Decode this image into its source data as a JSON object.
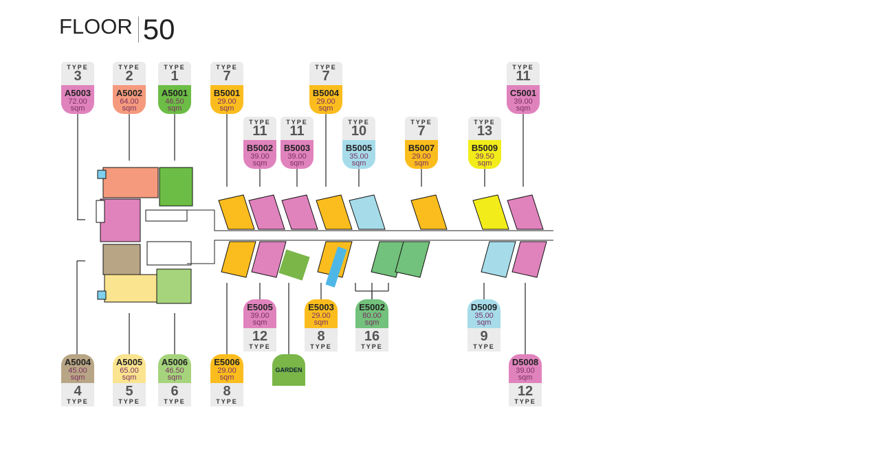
{
  "title": {
    "word": "FLOOR",
    "number": "50"
  },
  "type_word": "TYPE",
  "unit_label": "sqm",
  "units": [
    {
      "code": "A5003",
      "area": "72.00",
      "type": "3",
      "color": "#e083bd"
    },
    {
      "code": "A5002",
      "area": "64.00",
      "type": "2",
      "color": "#f59a7d"
    },
    {
      "code": "A5001",
      "area": "46.50",
      "type": "1",
      "color": "#6cbd45"
    },
    {
      "code": "B5001",
      "area": "29.00",
      "type": "7",
      "color": "#fbbd1e"
    },
    {
      "code": "B5004",
      "area": "29.00",
      "type": "7",
      "color": "#fbbd1e"
    },
    {
      "code": "C5001",
      "area": "39.00",
      "type": "11",
      "color": "#e083bd"
    },
    {
      "code": "B5002",
      "area": "39.00",
      "type": "11",
      "color": "#e083bd"
    },
    {
      "code": "B5003",
      "area": "39.00",
      "type": "11",
      "color": "#e083bd"
    },
    {
      "code": "B5005",
      "area": "35.00",
      "type": "10",
      "color": "#a6dcea"
    },
    {
      "code": "B5007",
      "area": "29.00",
      "type": "7",
      "color": "#fbbd1e"
    },
    {
      "code": "B5009",
      "area": "39.50",
      "type": "13",
      "color": "#f2ec1a"
    },
    {
      "code": "E5005",
      "area": "39.00",
      "type": "12",
      "color": "#e083bd"
    },
    {
      "code": "E5003",
      "area": "29.00",
      "type": "8",
      "color": "#fbbd1e"
    },
    {
      "code": "E5002",
      "area": "80.00",
      "type": "16",
      "color": "#72c17c"
    },
    {
      "code": "D5009",
      "area": "35.00",
      "type": "9",
      "color": "#a6dcea"
    },
    {
      "code": "A5004",
      "area": "45.00",
      "type": "4",
      "color": "#b8a585"
    },
    {
      "code": "A5005",
      "area": "65.00",
      "type": "5",
      "color": "#fbe48f"
    },
    {
      "code": "A5006",
      "area": "46.50",
      "type": "6",
      "color": "#a5d47c"
    },
    {
      "code": "E5006",
      "area": "29.00",
      "type": "8",
      "color": "#fbbd1e"
    },
    {
      "code": "D5008",
      "area": "39.00",
      "type": "12",
      "color": "#e083bd"
    }
  ],
  "garden_label": "GARDEN"
}
